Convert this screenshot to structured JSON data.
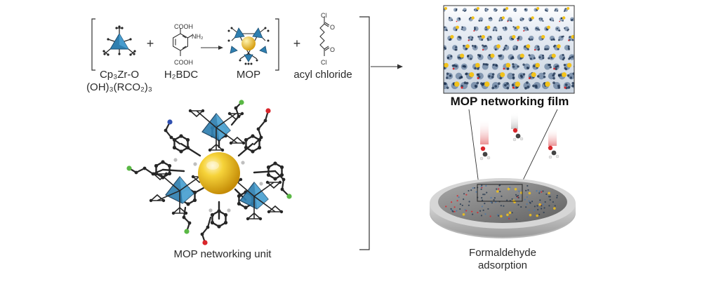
{
  "reaction": {
    "reagent1": {
      "line1": "Cp₃Zr-O",
      "line2": "(OH)₃(RCO₂)₃"
    },
    "plus": "+",
    "reagent2": {
      "label": "H₂BDC",
      "group_top": "COOH",
      "group_side": "NH₂",
      "group_bottom": "COOH"
    },
    "product": {
      "label": "MOP"
    },
    "reagent3": {
      "label": "acyl chloride",
      "atom_top": "Cl",
      "atom_o1": "O",
      "atom_o2": "O",
      "atom_bottom": "Cl"
    }
  },
  "unit": {
    "label": "MOP networking unit"
  },
  "film": {
    "label": "MOP networking film"
  },
  "application": {
    "line1": "Formaldehyde",
    "line2": "adsorption"
  },
  "colors": {
    "zr_cluster": "#2f7fb0",
    "cage_core": "#f2c21b",
    "atom_dark": "#262626",
    "oxygen": "#d9262b",
    "chlorine": "#5ab845",
    "nitrogen": "#3050b0",
    "substrate": "#8c8c8c"
  }
}
